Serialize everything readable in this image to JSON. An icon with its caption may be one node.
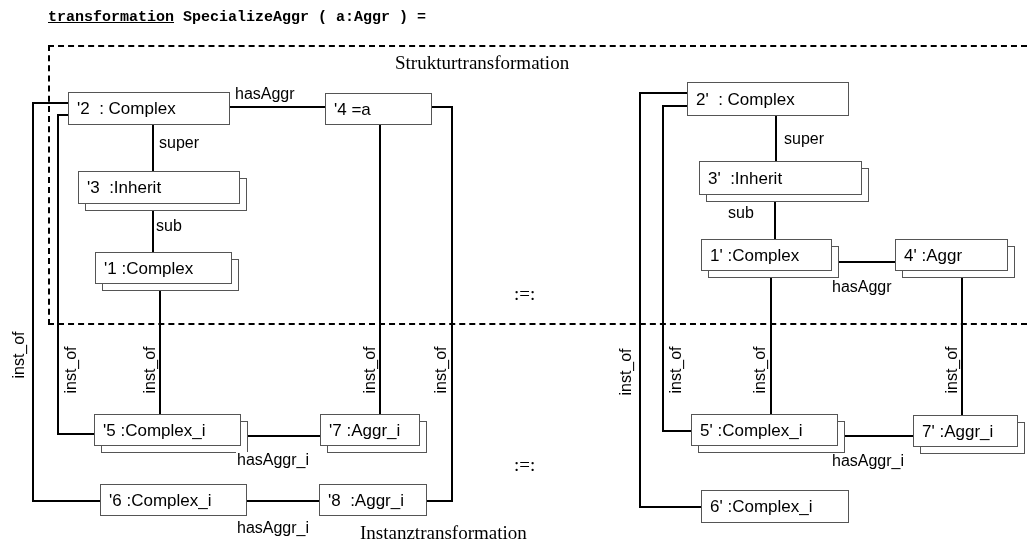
{
  "diagram": {
    "title": "transformation SpecializeAggr ( a:Aggr ) =",
    "nodes": [
      {
        "text": [
          "Strukturtransformation"
        ]
      },
      {
        "text": [
          "'2  : Complex"
        ],
        "in": 0
      },
      {
        "text": [
          "'4 =a"
        ],
        "in": 0
      },
      {
        "text": [
          "'3  :Inherit"
        ],
        "in": 0
      },
      {
        "text": [
          "'1 :Complex"
        ],
        "in": 0
      },
      {
        "text": [
          "'5 :Complex_i"
        ]
      },
      {
        "text": [
          "'7 :Aggr_i"
        ]
      },
      {
        "text": [
          "'6 :Complex_i"
        ]
      },
      {
        "text": [
          "'8  :Aggr_i"
        ]
      },
      {
        "text": [
          "2'  : Complex"
        ],
        "in": 0
      },
      {
        "text": [
          "3'  :Inherit"
        ],
        "in": 0
      },
      {
        "text": [
          "1' :Complex"
        ],
        "in": 0
      },
      {
        "text": [
          "4' :Aggr"
        ],
        "in": 0
      },
      {
        "text": [
          "5' :Complex_i"
        ]
      },
      {
        "text": [
          "7' :Aggr_i"
        ]
      },
      {
        "text": [
          "6' :Complex_i"
        ]
      }
    ],
    "edges": [
      {
        "from": 1,
        "to": 2,
        "arrow": "none",
        "label": "hasAggr"
      },
      {
        "from": 1,
        "to": 3,
        "arrow": "none",
        "label": "super"
      },
      {
        "from": 3,
        "to": 4,
        "arrow": "none",
        "label": "sub"
      },
      {
        "from": 4,
        "to": 5,
        "arrow": "none",
        "label": "inst_of"
      },
      {
        "from": 2,
        "to": 6,
        "arrow": "none",
        "label": "inst_of"
      },
      {
        "from": 1,
        "to": 5,
        "arrow": "none",
        "label": "inst_of"
      },
      {
        "from": 1,
        "to": 7,
        "arrow": "none",
        "label": "inst_of"
      },
      {
        "from": 2,
        "to": 8,
        "arrow": "none",
        "label": "inst_of"
      },
      {
        "from": 5,
        "to": 6,
        "arrow": "none",
        "label": "hasAggr_i"
      },
      {
        "from": 7,
        "to": 8,
        "arrow": "none",
        "label": "hasAggr_i"
      },
      {
        "from": 9,
        "to": 10,
        "arrow": "none",
        "label": "super"
      },
      {
        "from": 10,
        "to": 11,
        "arrow": "none",
        "label": "sub"
      },
      {
        "from": 11,
        "to": 12,
        "arrow": "none",
        "label": "hasAggr"
      },
      {
        "from": 9,
        "to": 13,
        "arrow": "none",
        "label": "inst_of"
      },
      {
        "from": 9,
        "to": 15,
        "arrow": "none",
        "label": "inst_of"
      },
      {
        "from": 11,
        "to": 13,
        "arrow": "none",
        "label": "inst_of"
      },
      {
        "from": 12,
        "to": 14,
        "arrow": "none",
        "label": "inst_of"
      },
      {
        "from": 13,
        "to": 14,
        "arrow": "none",
        "label": "hasAggr_i"
      }
    ],
    "labels": [
      ":=:",
      ":=:",
      "Instanztransformation"
    ]
  }
}
